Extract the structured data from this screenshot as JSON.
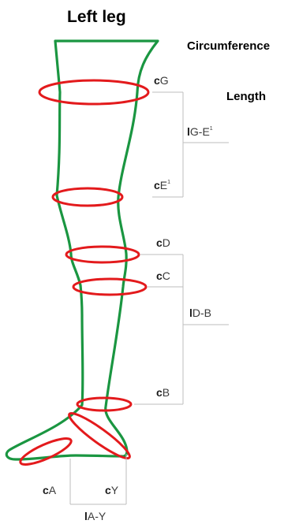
{
  "title": "Left leg",
  "legend": {
    "circumference": "Circumference",
    "length": "Length"
  },
  "colors": {
    "leg_outline": "#1a9641",
    "circumference_ring": "#e31a1c",
    "guide_line": "#bdbdbd",
    "text": "#231f20"
  },
  "circumference_points": [
    {
      "prefix": "c",
      "code": "G",
      "sup": ""
    },
    {
      "prefix": "c",
      "code": "E",
      "sup": "1"
    },
    {
      "prefix": "c",
      "code": "D",
      "sup": ""
    },
    {
      "prefix": "c",
      "code": "C",
      "sup": ""
    },
    {
      "prefix": "c",
      "code": "B",
      "sup": ""
    },
    {
      "prefix": "c",
      "code": "A",
      "sup": ""
    },
    {
      "prefix": "c",
      "code": "Y",
      "sup": ""
    }
  ],
  "length_segments": [
    {
      "prefix": "l",
      "code": "G-E",
      "sup": "1"
    },
    {
      "prefix": "l",
      "code": "D-B",
      "sup": ""
    },
    {
      "prefix": "l",
      "code": "A-Y",
      "sup": ""
    }
  ]
}
